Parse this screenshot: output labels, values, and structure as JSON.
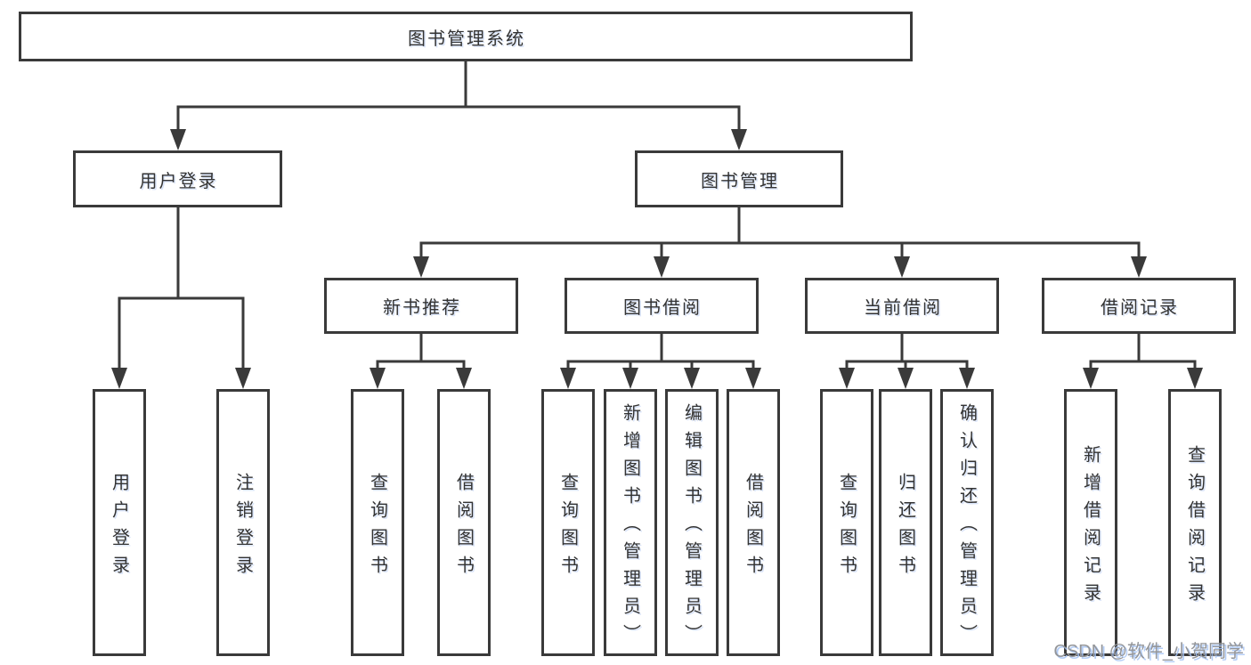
{
  "root": {
    "label": "图书管理系统"
  },
  "branches": {
    "user_login": {
      "label": "用户登录",
      "children": [
        "用户登录",
        "注销登录"
      ]
    },
    "book_mgmt": {
      "label": "图书管理"
    },
    "new_book": {
      "label": "新书推荐",
      "children": [
        "查询图书",
        "借阅图书"
      ]
    },
    "book_borrow": {
      "label": "图书借阅",
      "children": [
        "查询图书",
        "新增图书（管理员）",
        "编辑图书（管理员）",
        "借阅图书"
      ]
    },
    "current_borrow": {
      "label": "当前借阅",
      "children": [
        "查询图书",
        "归还图书",
        "确认归还（管理员）"
      ]
    },
    "borrow_record": {
      "label": "借阅记录",
      "children": [
        "新增借阅记录",
        "查询借阅记录"
      ]
    }
  },
  "watermark": {
    "text": "CSDN @软件_小贺同学"
  },
  "colors": {
    "line": "#3a3a3a",
    "text": "#333333",
    "background": "#ffffff",
    "watermark_gray": "#939599",
    "watermark_shadow": "#a5c3f5"
  }
}
